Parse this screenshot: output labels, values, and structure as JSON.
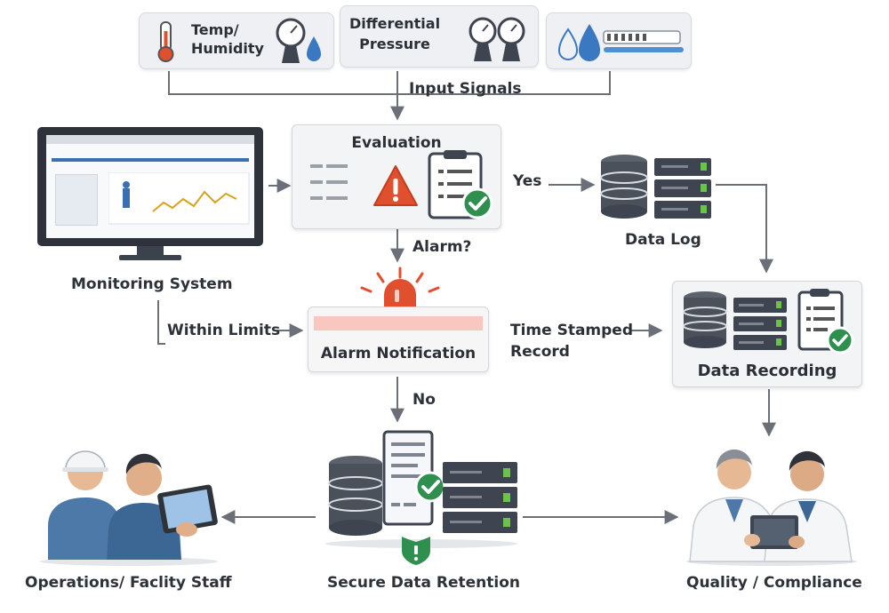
{
  "sensors": {
    "temp_line1": "Temp/",
    "temp_line2": "Humidity",
    "dp_line1": "Differential",
    "dp_line2": "Pressure"
  },
  "flow_labels": {
    "input_signals": "Input Signals",
    "yes": "Yes",
    "alarm_q": "Alarm?",
    "within_limits": "Within Limits",
    "time_stamped_1": "Time Stamped",
    "time_stamped_2": "Record",
    "no": "No"
  },
  "nodes": {
    "evaluation": "Evaluation",
    "monitoring_system": "Monitoring System",
    "data_log": "Data Log",
    "alarm_notification": "Alarm Notification",
    "data_recording": "Data Recording",
    "operations_staff": "Operations/ Faclity Staff",
    "secure_retention": "Secure Data Retention",
    "quality_compliance": "Quality / Compliance"
  },
  "colors": {
    "connector": "#6b7078",
    "alarm_red": "#e1502e",
    "check_green": "#2f8f4e",
    "server_dark": "#3e4550",
    "led_green": "#6cc24a",
    "screen_blue": "#3a6fb0"
  }
}
